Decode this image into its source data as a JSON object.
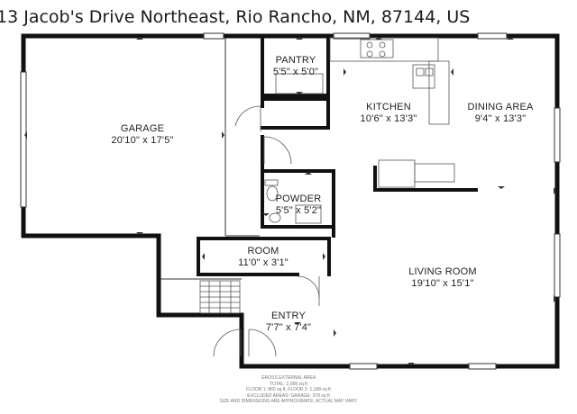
{
  "header": {
    "address": "13 Jacob's Drive Northeast, Rio Rancho, NM, 87144, US"
  },
  "rooms": {
    "garage": {
      "name": "GARAGE",
      "dims": "20'10\" x 17'5\""
    },
    "pantry": {
      "name": "PANTRY",
      "dims": "5'5\" x 5'0\""
    },
    "kitchen": {
      "name": "KITCHEN",
      "dims": "10'6\" x 13'3\""
    },
    "dining": {
      "name": "DINING AREA",
      "dims": "9'4\" x 13'3\""
    },
    "powder": {
      "name": "POWDER",
      "dims": "5'5\" x 5'2\""
    },
    "room": {
      "name": "ROOM",
      "dims": "11'0\" x 3'1\""
    },
    "living": {
      "name": "LIVING ROOM",
      "dims": "19'10\" x 15'1\""
    },
    "entry": {
      "name": "ENTRY",
      "dims": "7'7\" x 7'4\""
    }
  },
  "footer": {
    "line1": "GROSS EXTERNAL AREA",
    "line2": "TOTAL: 2,058 sq ft",
    "line3": "FLOOR 1: 860 sq ft, FLOOR 2: 1,198 sq ft",
    "line4": "EXCLUDED AREAS: GARAGE: 378 sq ft",
    "line5": "SIZE AND DIMENSIONS ARE APPROXIMATE, ACTUAL MAY VARY."
  },
  "colors": {
    "wall": "#111111",
    "fixture": "#555555",
    "text": "#222222"
  }
}
